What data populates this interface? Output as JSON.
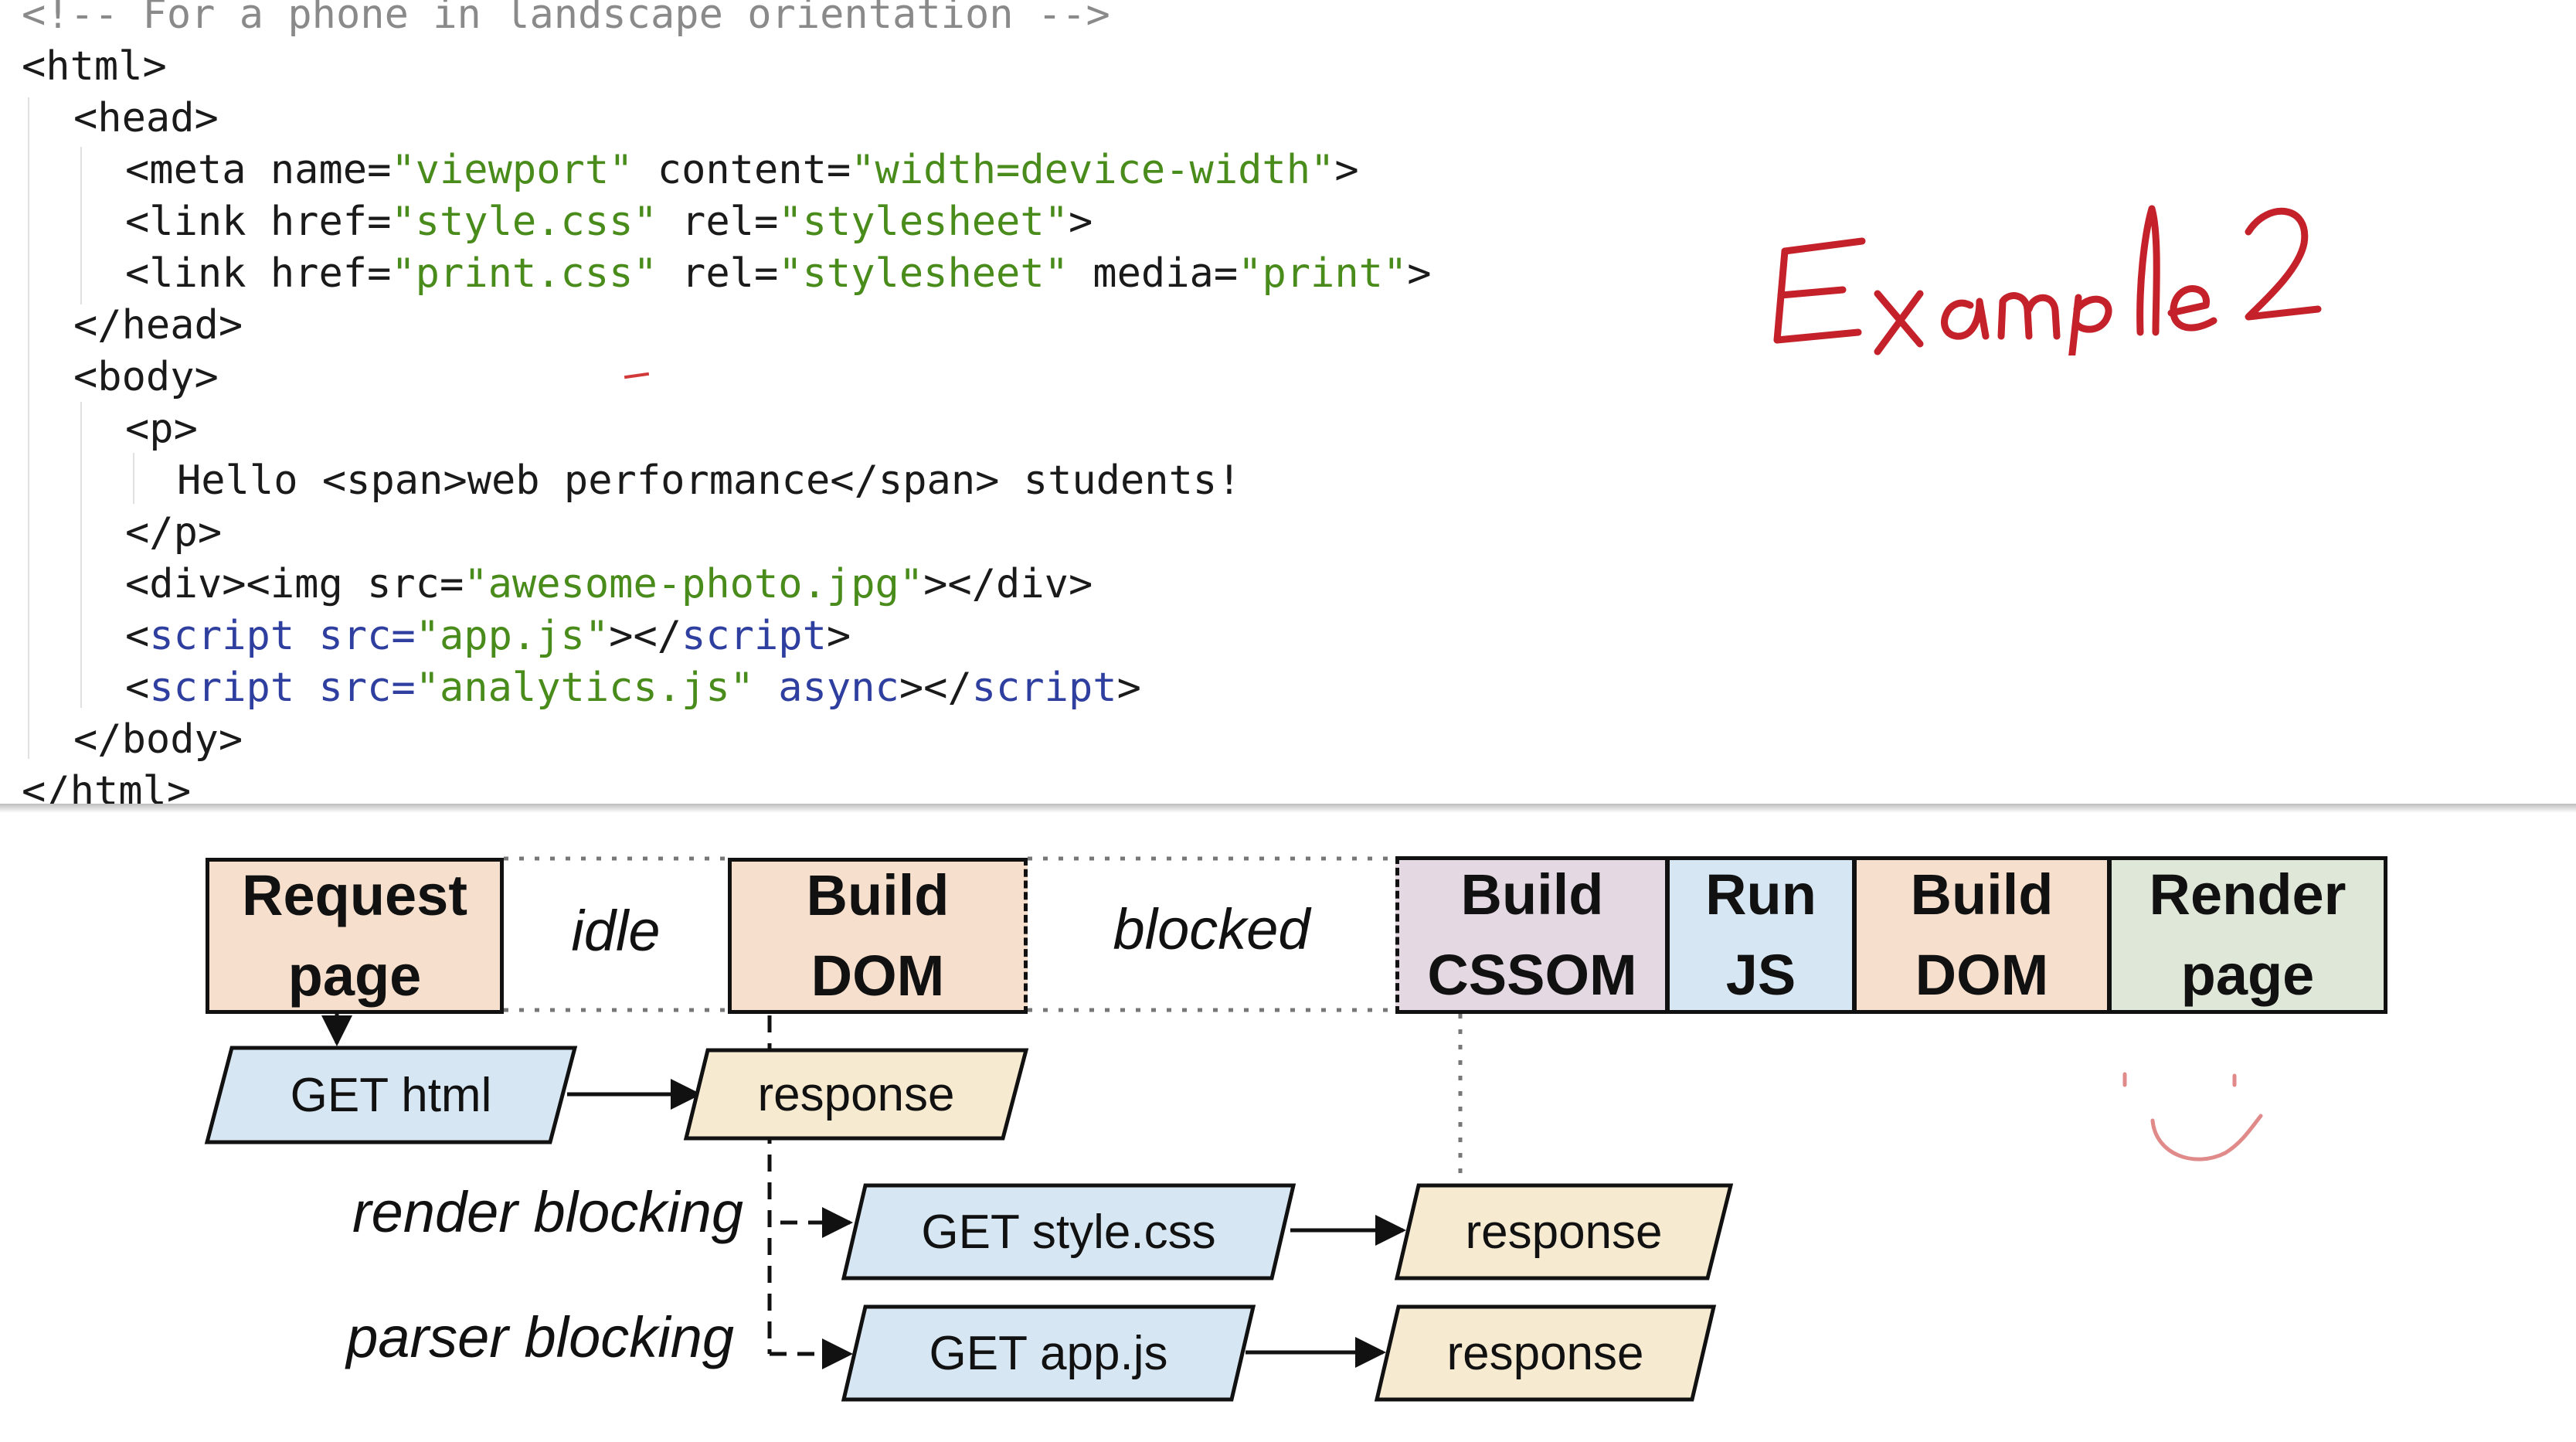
{
  "code": {
    "lines": [
      {
        "indent": 0,
        "parts": [
          {
            "t": "<!-- For a phone in landscape orientation -->",
            "c": "comment"
          }
        ]
      },
      {
        "indent": 0,
        "parts": [
          {
            "t": "<html>",
            "c": "tag"
          }
        ]
      },
      {
        "indent": 1,
        "parts": [
          {
            "t": "<head>",
            "c": "tag"
          }
        ]
      },
      {
        "indent": 2,
        "parts": [
          {
            "t": "<meta name=",
            "c": "tag"
          },
          {
            "t": "\"viewport\"",
            "c": "str"
          },
          {
            "t": " content=",
            "c": "tag"
          },
          {
            "t": "\"width=device-width\"",
            "c": "str"
          },
          {
            "t": ">",
            "c": "tag"
          }
        ]
      },
      {
        "indent": 2,
        "parts": [
          {
            "t": "<link href=",
            "c": "tag"
          },
          {
            "t": "\"style.css\"",
            "c": "str"
          },
          {
            "t": " rel=",
            "c": "tag"
          },
          {
            "t": "\"stylesheet\"",
            "c": "str"
          },
          {
            "t": ">",
            "c": "tag"
          }
        ]
      },
      {
        "indent": 2,
        "parts": [
          {
            "t": "<link href=",
            "c": "tag"
          },
          {
            "t": "\"print.css\"",
            "c": "str"
          },
          {
            "t": " rel=",
            "c": "tag"
          },
          {
            "t": "\"stylesheet\"",
            "c": "str"
          },
          {
            "t": " media=",
            "c": "tag"
          },
          {
            "t": "\"print\"",
            "c": "str"
          },
          {
            "t": ">",
            "c": "tag"
          }
        ]
      },
      {
        "indent": 1,
        "parts": [
          {
            "t": "</head>",
            "c": "tag"
          }
        ]
      },
      {
        "indent": 1,
        "parts": [
          {
            "t": "<body>",
            "c": "tag"
          }
        ]
      },
      {
        "indent": 2,
        "parts": [
          {
            "t": "<p>",
            "c": "tag"
          }
        ]
      },
      {
        "indent": 3,
        "parts": [
          {
            "t": "Hello ",
            "c": "text"
          },
          {
            "t": "<span>",
            "c": "tag"
          },
          {
            "t": "web performance",
            "c": "text"
          },
          {
            "t": "</span>",
            "c": "tag"
          },
          {
            "t": " students!",
            "c": "text"
          }
        ]
      },
      {
        "indent": 2,
        "parts": [
          {
            "t": "</p>",
            "c": "tag"
          }
        ]
      },
      {
        "indent": 2,
        "parts": [
          {
            "t": "<div><img src=",
            "c": "tag"
          },
          {
            "t": "\"awesome-photo.jpg\"",
            "c": "str"
          },
          {
            "t": "></div>",
            "c": "tag"
          }
        ]
      },
      {
        "indent": 2,
        "parts": [
          {
            "t": "<",
            "c": "tag"
          },
          {
            "t": "script src=",
            "c": "blue"
          },
          {
            "t": "\"app.js\"",
            "c": "str"
          },
          {
            "t": "></",
            "c": "tag"
          },
          {
            "t": "script",
            "c": "blue"
          },
          {
            "t": ">",
            "c": "tag"
          }
        ]
      },
      {
        "indent": 2,
        "parts": [
          {
            "t": "<",
            "c": "tag"
          },
          {
            "t": "script src=",
            "c": "blue"
          },
          {
            "t": "\"analytics.js\"",
            "c": "str"
          },
          {
            "t": " async",
            "c": "blue"
          },
          {
            "t": "></",
            "c": "tag"
          },
          {
            "t": "script",
            "c": "blue"
          },
          {
            "t": ">",
            "c": "tag"
          }
        ]
      },
      {
        "indent": 1,
        "parts": [
          {
            "t": "</body>",
            "c": "tag"
          }
        ]
      },
      {
        "indent": 0,
        "parts": [
          {
            "t": "</html>",
            "c": "tag"
          }
        ]
      }
    ]
  },
  "annotation": {
    "handwritten": "Example 2",
    "color": "#c4212a"
  },
  "timeline": {
    "stages": [
      {
        "id": "request-page",
        "label": "Request\npage",
        "fill": "#f6dfcc"
      },
      {
        "id": "idle",
        "label": "idle",
        "italic": true
      },
      {
        "id": "build-dom-1",
        "label": "Build\nDOM",
        "fill": "#f6dfcc"
      },
      {
        "id": "blocked",
        "label": "blocked",
        "italic": true
      },
      {
        "id": "build-cssom",
        "label": "Build\nCSSOM",
        "fill": "#e4d8e2"
      },
      {
        "id": "run-js",
        "label": "Run\nJS",
        "fill": "#d6e6f2"
      },
      {
        "id": "build-dom-2",
        "label": "Build\nDOM",
        "fill": "#f6dfcc"
      },
      {
        "id": "render-page",
        "label": "Render\npage",
        "fill": "#dfe8d8"
      }
    ]
  },
  "requests": [
    {
      "id": "get-html",
      "label": "GET html",
      "fill": "#d6e6f2"
    },
    {
      "id": "response-html",
      "label": "response",
      "fill": "#f6ead0"
    },
    {
      "id": "get-style",
      "label": "GET style.css",
      "fill": "#d6e6f2"
    },
    {
      "id": "response-style",
      "label": "response",
      "fill": "#f6ead0"
    },
    {
      "id": "get-app",
      "label": "GET app.js",
      "fill": "#d6e6f2"
    },
    {
      "id": "response-app",
      "label": "response",
      "fill": "#f6ead0"
    }
  ],
  "side_labels": {
    "render_blocking": "render blocking",
    "parser_blocking": "parser blocking"
  }
}
